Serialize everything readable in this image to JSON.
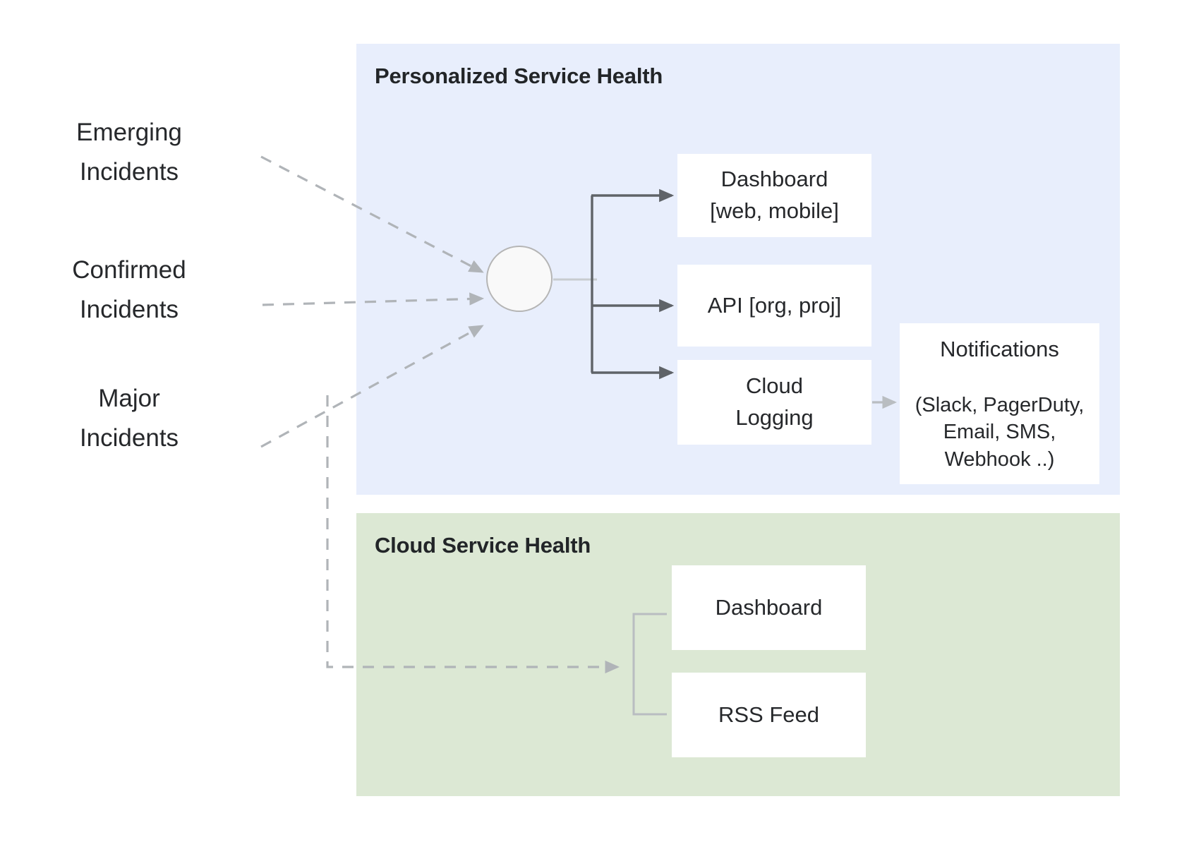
{
  "diagram": {
    "title_hidden": "",
    "sources": [
      {
        "name": "emerging-incidents",
        "label": "Emerging\nIncidents"
      },
      {
        "name": "confirmed-incidents",
        "label": "Confirmed\nIncidents"
      },
      {
        "name": "major-incidents",
        "label": "Major\nIncidents"
      }
    ],
    "panels": {
      "personalized": {
        "title": "Personalized Service Health",
        "color": "#e8eefc",
        "nodes": {
          "dashboard_web": "Dashboard\n[web, mobile]",
          "api": "API [org, proj]",
          "cloud_logging": "Cloud\nLogging",
          "notifications_title": "Notifications",
          "notifications_sub": "(Slack, PagerDuty,\nEmail, SMS,\nWebhook ..)"
        }
      },
      "cloud": {
        "title": "Cloud Service Health",
        "color": "#dce8d4",
        "nodes": {
          "dashboard": "Dashboard",
          "rss_feed": "RSS Feed"
        }
      }
    },
    "hub": {
      "name": "aggregation-node",
      "label": ""
    },
    "colors": {
      "panel_personalized": "#e8eefc",
      "panel_cloud": "#dce8d4",
      "box_fill": "#ffffff",
      "text": "#26282b",
      "solid_connector": "#5f6368",
      "dashed_connector": "#b0b4b8",
      "light_connector": "#c3c7cb",
      "hub_stroke": "#b5b5b5"
    },
    "edges": [
      {
        "from": "emerging-incidents",
        "to": "aggregation-node",
        "style": "dashed"
      },
      {
        "from": "confirmed-incidents",
        "to": "aggregation-node",
        "style": "dashed"
      },
      {
        "from": "major-incidents",
        "to": "aggregation-node",
        "style": "dashed"
      },
      {
        "from": "major-incidents",
        "to": "cloud-service-health",
        "style": "dashed"
      },
      {
        "from": "aggregation-node",
        "to": "dashboard_web",
        "style": "solid"
      },
      {
        "from": "aggregation-node",
        "to": "api",
        "style": "solid"
      },
      {
        "from": "aggregation-node",
        "to": "cloud_logging",
        "style": "solid"
      },
      {
        "from": "cloud_logging",
        "to": "notifications",
        "style": "solid-light"
      },
      {
        "from": "cloud-service-health-hub",
        "to": "dashboard",
        "style": "solid-light"
      },
      {
        "from": "cloud-service-health-hub",
        "to": "rss_feed",
        "style": "solid-light"
      }
    ]
  }
}
